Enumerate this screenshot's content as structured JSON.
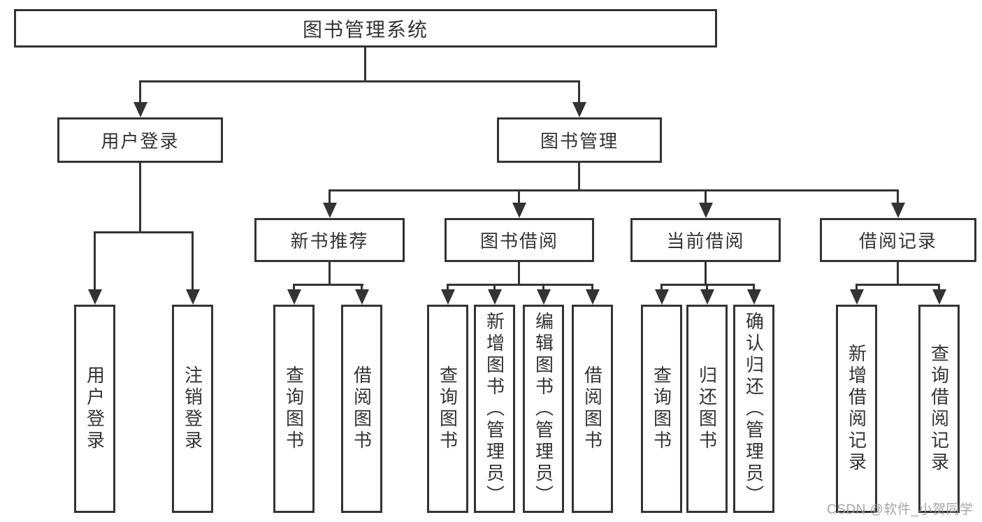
{
  "diagram": {
    "root": {
      "label": "图书管理系统"
    },
    "user_login": {
      "label": "用户登录",
      "children": {
        "login": "用户登录",
        "logout": "注销登录"
      }
    },
    "book_mgmt": {
      "label": "图书管理"
    },
    "modules": {
      "new_books": {
        "label": "新书推荐",
        "children": {
          "query": "查询图书",
          "borrow": "借阅图书"
        }
      },
      "book_borrow": {
        "label": "图书借阅",
        "children": {
          "query": "查询图书",
          "add": "新增图书（管理员）",
          "edit": "编辑图书（管理员）",
          "borrow": "借阅图书"
        }
      },
      "current_borrow": {
        "label": "当前借阅",
        "children": {
          "query": "查询图书",
          "return_book": "归还图书",
          "confirm": "确认归还（管理员）"
        }
      },
      "borrow_records": {
        "label": "借阅记录",
        "children": {
          "add": "新增借阅记录",
          "query": "查询借阅记录"
        }
      }
    },
    "colors": {
      "line": "#333333",
      "text": "#333333",
      "box_bg": "#ffffff"
    }
  },
  "watermark": {
    "text": "CSDN @软件_小贺同学",
    "color": "#9c9c9c"
  }
}
